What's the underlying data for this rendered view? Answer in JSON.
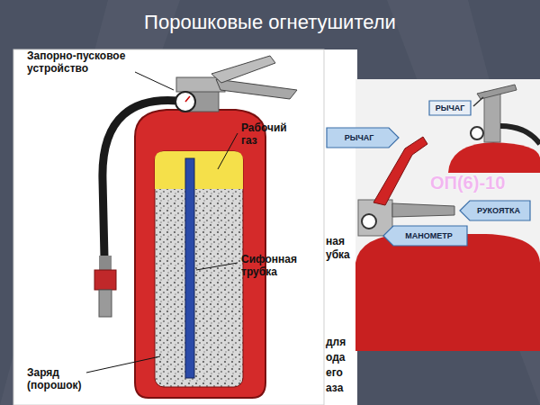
{
  "diagram": {
    "title": "Порошковые огнетушители",
    "nodes": [
      {
        "text": [
          "РЫЧАГ"
        ]
      },
      {
        "text": [
          "РЫЧАГ"
        ]
      },
      {
        "text": [
          "РУКОЯТКА"
        ]
      },
      {
        "text": [
          "МАНОМЕТР"
        ]
      }
    ],
    "labels": [
      "Запорно-пусковое устройство",
      "Рабочий газ",
      "Сифонная трубка",
      "Заряд (порошок)",
      "ОП(6)-10",
      "ная",
      "убка",
      "для",
      "ода",
      "его",
      "аза"
    ]
  }
}
